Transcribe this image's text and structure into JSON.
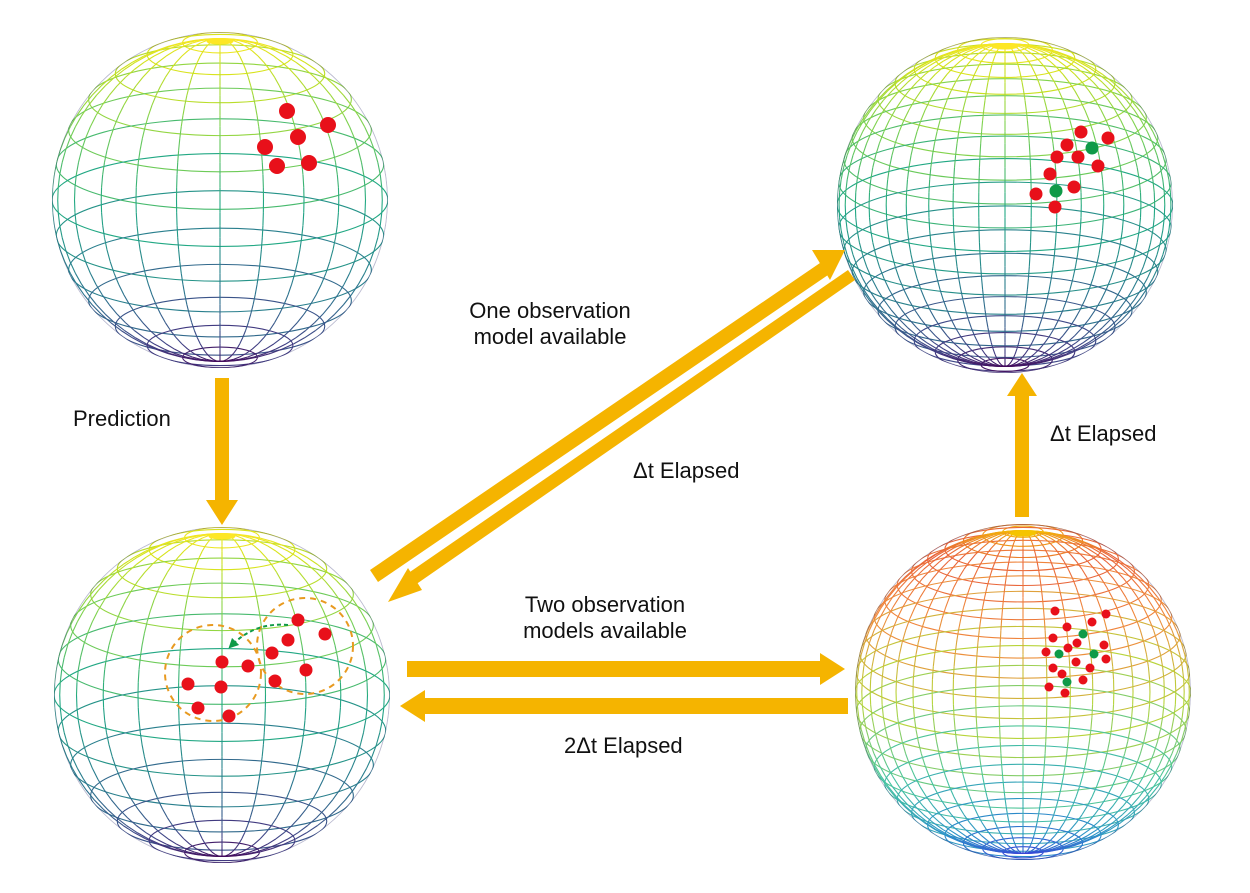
{
  "labels": {
    "prediction": "Prediction",
    "one_obs_line1": "One observation",
    "one_obs_line2": "model available",
    "dt_elapsed_diag": "Δt Elapsed",
    "dt_elapsed_right": "Δt Elapsed",
    "two_obs_line1": "Two observation",
    "two_obs_line2": "models available",
    "two_dt_elapsed": "2Δt Elapsed"
  },
  "colors": {
    "arrow": "#f5b400",
    "particle_red": "#e8101a",
    "particle_green": "#0f9a48",
    "cluster_circle": "#e89a20",
    "motion_arrow": "#0f9a48",
    "sphere_palette": [
      "#fde725",
      "#d2e21b",
      "#7ad151",
      "#22a884",
      "#2a788e",
      "#414487",
      "#440154"
    ],
    "sphere_palette_warm": [
      "#f5c400",
      "#e8603a",
      "#f08a3c",
      "#b8d43a",
      "#46c4a0",
      "#2a90c8",
      "#3a3ad8"
    ]
  }
}
